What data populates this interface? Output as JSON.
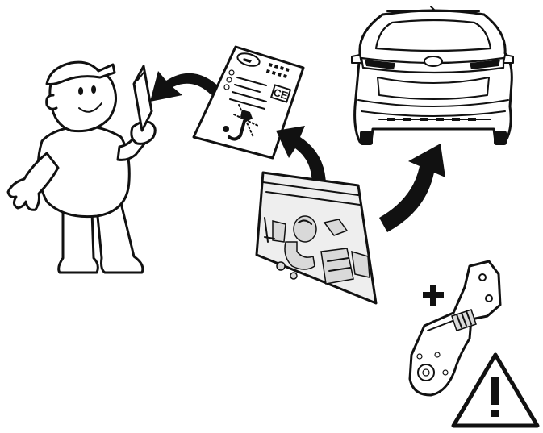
{
  "certificate": {
    "mark": "CE"
  },
  "extra_parts": {
    "plus_symbol": "+"
  },
  "warning": {
    "symbol": "!"
  },
  "colors": {
    "ink": "#111111",
    "background": "#ffffff",
    "bag_tint": "#eeeeee"
  },
  "icons": [
    "mechanic-figure",
    "certificate-document",
    "parts-bag",
    "car-rear",
    "bracket-part",
    "warning-triangle-icon",
    "arrow-icon"
  ]
}
